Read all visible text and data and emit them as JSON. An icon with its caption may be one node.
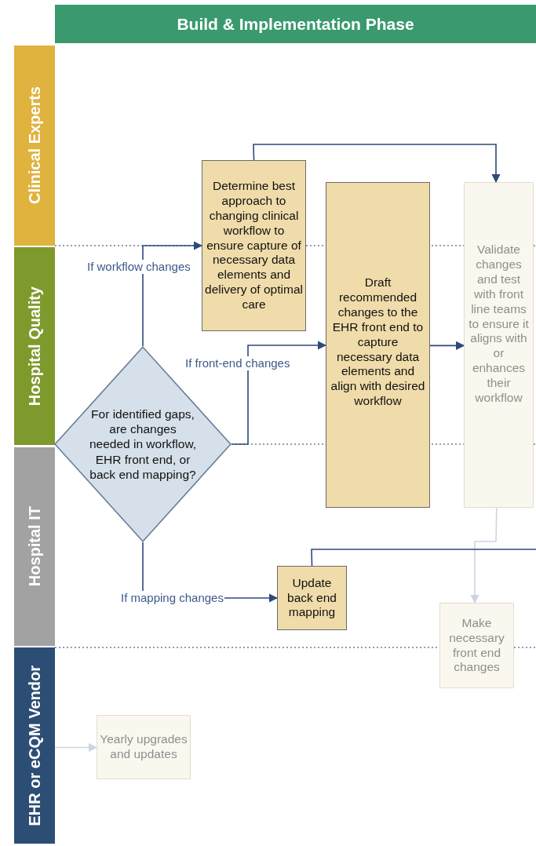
{
  "diagram": {
    "nodes": [
      {
        "text": [
          "Build & Implementation Phase"
        ]
      },
      {
        "text": [
          "Clinical Experts"
        ]
      },
      {
        "text": [
          "Hospital Quality"
        ]
      },
      {
        "text": [
          "Hospital IT"
        ]
      },
      {
        "text": [
          "EHR or eCQM Vendor"
        ]
      },
      {
        "text": [
          "Determine best approach to changing clinical workflow to ensure capture of necessary data elements and delivery of optimal care"
        ]
      },
      {
        "text": [
          "Draft recommended changes to the EHR front end to capture necessary data elements and align with desired workflow"
        ]
      },
      {
        "text": [
          "Validate changes and test with front line teams to ensure it aligns with or enhances their workflow"
        ]
      },
      {
        "text": [
          "For identified gaps, are changes needed in workflow, EHR front end, or back end mapping?"
        ]
      },
      {
        "text": [
          "Update back end mapping"
        ]
      },
      {
        "text": [
          "Make necessary front end changes"
        ]
      },
      {
        "text": [
          "Yearly upgrades and updates"
        ]
      }
    ],
    "edges": [
      {
        "from": 8,
        "to": 5,
        "arrow": "to",
        "label": "If workflow changes"
      },
      {
        "from": 8,
        "to": 6,
        "arrow": "to",
        "label": "If front-end changes"
      },
      {
        "from": 8,
        "to": 9,
        "arrow": "to",
        "label": "If mapping changes"
      },
      {
        "from": 5,
        "to": 7,
        "arrow": "to"
      },
      {
        "from": 6,
        "to": 7,
        "arrow": "to"
      },
      {
        "from": 7,
        "to": 10,
        "arrow": "to",
        "color": "#ccd5e3"
      },
      {
        "from": 9,
        "to": null,
        "arrow": "none"
      },
      {
        "from": 4,
        "to": 11,
        "arrow": "to",
        "color": "#ccd5e3"
      }
    ]
  }
}
